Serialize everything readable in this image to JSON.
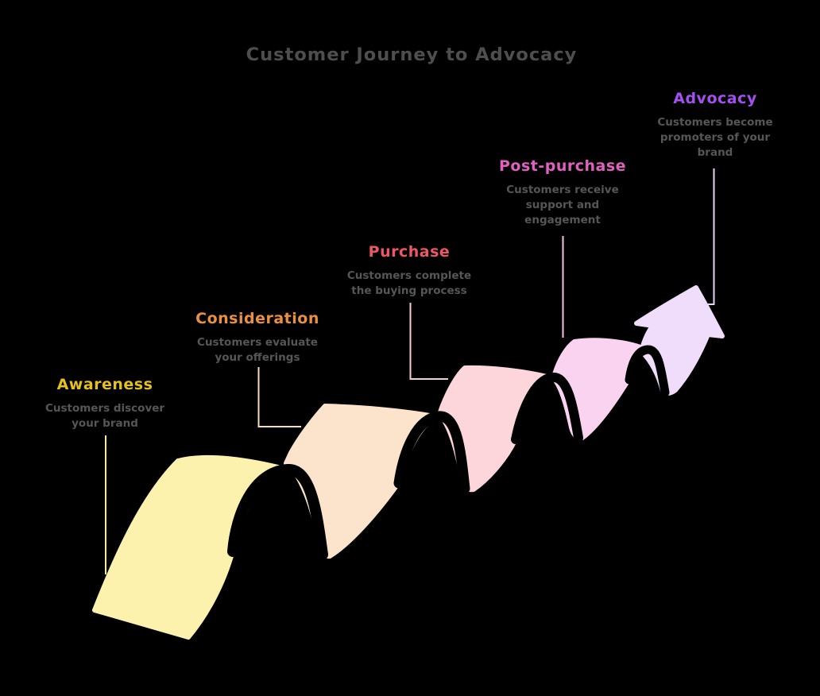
{
  "title": "Customer Journey to Advocacy",
  "title_color": "#4e4e4e",
  "background_color": "#000000",
  "description_color": "#565656",
  "wave_outline_color": "#000000",
  "stages": [
    {
      "label": "Awareness",
      "description": "Customers discover your brand",
      "label_color": "#e4c021",
      "fill": "#fcf2ae",
      "line_color": "#f7eaa0"
    },
    {
      "label": "Consideration",
      "description": "Customers evaluate your offerings",
      "label_color": "#ec8f3e",
      "fill": "#fce3cb",
      "line_color": "#f6dcc1"
    },
    {
      "label": "Purchase",
      "description": "Customers complete the buying process",
      "label_color": "#ed5763",
      "fill": "#fcd6da",
      "line_color": "#f5cdd3"
    },
    {
      "label": "Post-purchase",
      "description": "Customers receive support and engagement",
      "label_color": "#e060bf",
      "fill": "#fad3f1",
      "line_color": "#f5c3e7"
    },
    {
      "label": "Advocacy",
      "description": "Customers become promoters of your brand",
      "label_color": "#a450f0",
      "fill": "#efddfb",
      "line_color": "#e9d3f8"
    }
  ]
}
